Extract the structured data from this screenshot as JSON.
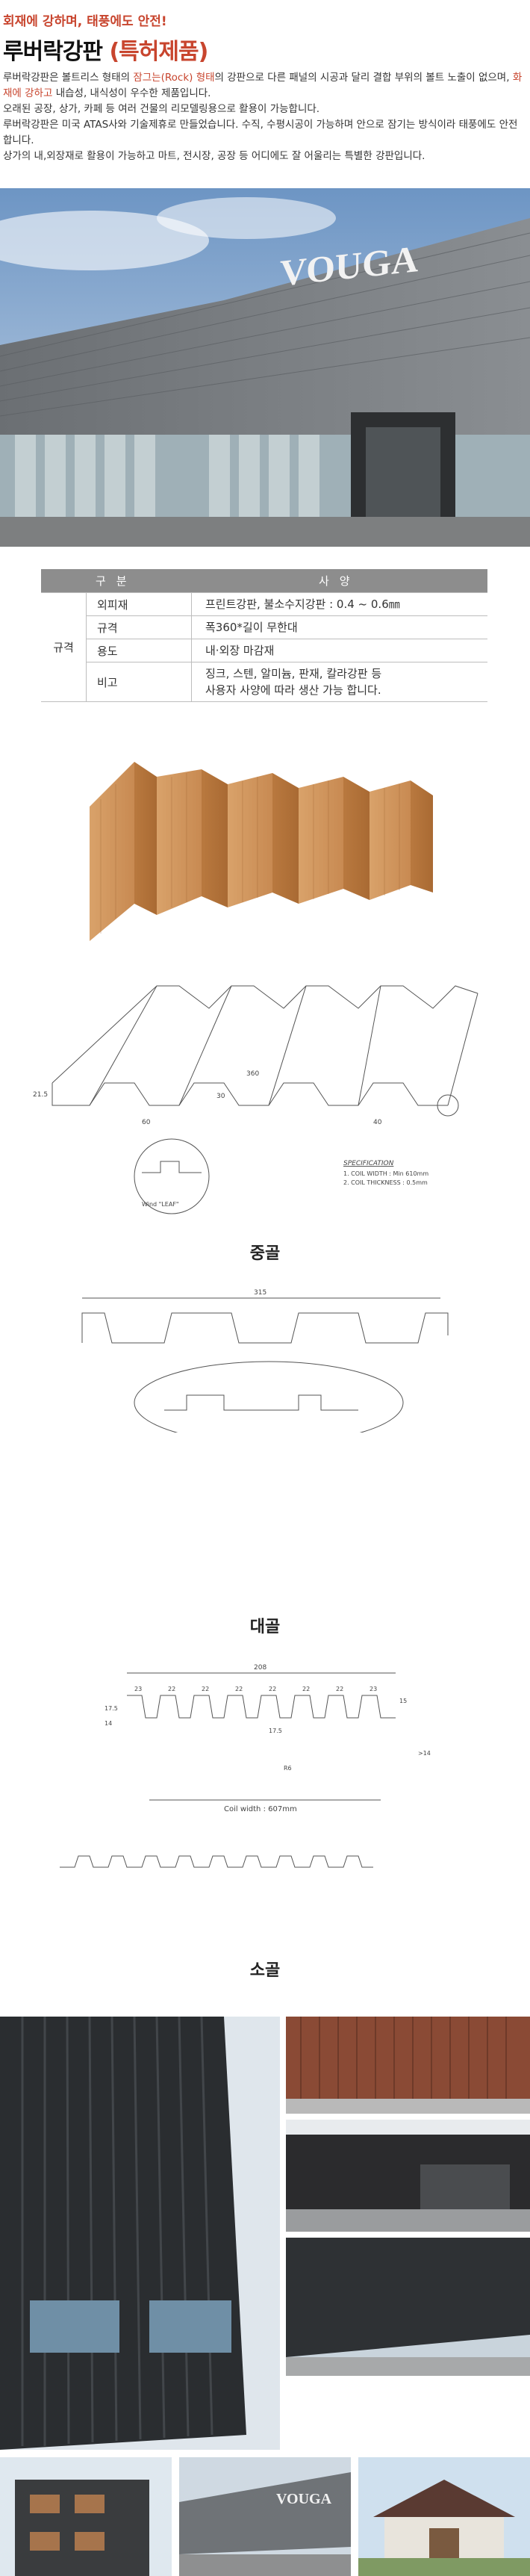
{
  "header": {
    "tagline": "회재에 강하며, 태풍에도 안전!",
    "title_main": "루버락강판 ",
    "title_highlight": "(특허제품)"
  },
  "intro": {
    "p1_a": "루버락강판은 볼트리스 형태의 ",
    "p1_hl1": "잠그는(Rock) 형태",
    "p1_b": "의 강판으로 다른 패널의 시공과 달리 결합 부위의 볼트 노출이 없으며, ",
    "p1_hl2": "화재에 강하고",
    "p1_c": " 내습성, 내식성이 우수한 제품입니다.",
    "p2": "오래된 공장, 상가, 카페 등 여러 건물의 리모델링용으로 활용이 가능합니다.",
    "p3": "루버락강판은 미국 ATAS사와 기술제휴로 만들었습니다. 수직, 수평시공이 가능하며 안으로 잠기는 방식이라 태풍에도 안전합니다.",
    "p4": "상가의 내,외장재로 활용이 가능하고 마트, 전시장, 공장 등 어디에도 잘 어울리는 특별한 강판입니다."
  },
  "photo": {
    "sign": "VOUGA"
  },
  "spec_table": {
    "header_left": "구분",
    "header_right": "사양",
    "group_label": "규격",
    "rows": [
      {
        "key": "외피재",
        "value": "프린트강판, 불소수지강판 : 0.4 ~ 0.6㎜"
      },
      {
        "key": "규격",
        "value": "폭360*길이 무한대"
      },
      {
        "key": "용도",
        "value": "내·외장 마감재"
      },
      {
        "key": "비고",
        "value": "징크, 스텐, 알미늄, 판재, 칼라강판 등",
        "value2": "사용자 사양에 따라 생산 가능 합니다."
      }
    ]
  },
  "drawings": {
    "medium": {
      "caption": "중골",
      "dim_360": "360",
      "dim_60": "60",
      "dim_40": "40",
      "dim_30": "30",
      "dim_21": "21.5",
      "detail_label": "Wind \"LEAF\"",
      "spec_title": "SPECIFICATION",
      "spec_1": "1. COIL WIDTH : Min 610mm",
      "spec_2": "2. COIL THICKNESS : 0.5mm"
    },
    "large": {
      "caption": "대골",
      "dim_top": "315"
    },
    "small": {
      "caption": "소골",
      "dim_top": "208",
      "dims_23": [
        "23",
        "22",
        "22",
        "22",
        "22",
        "22",
        "22",
        "23"
      ],
      "dim_175": "17.5",
      "dim_15": "15",
      "dim_14": "14",
      "dim_175b": "17.5",
      "dim_r": ">14",
      "dim_rb": "R6",
      "coil_width": "Coil width : 607mm"
    }
  },
  "gallery": {
    "sign": "VOUGA"
  },
  "colors": {
    "accent": "#c8452e",
    "table_header": "#8d8d8d"
  }
}
